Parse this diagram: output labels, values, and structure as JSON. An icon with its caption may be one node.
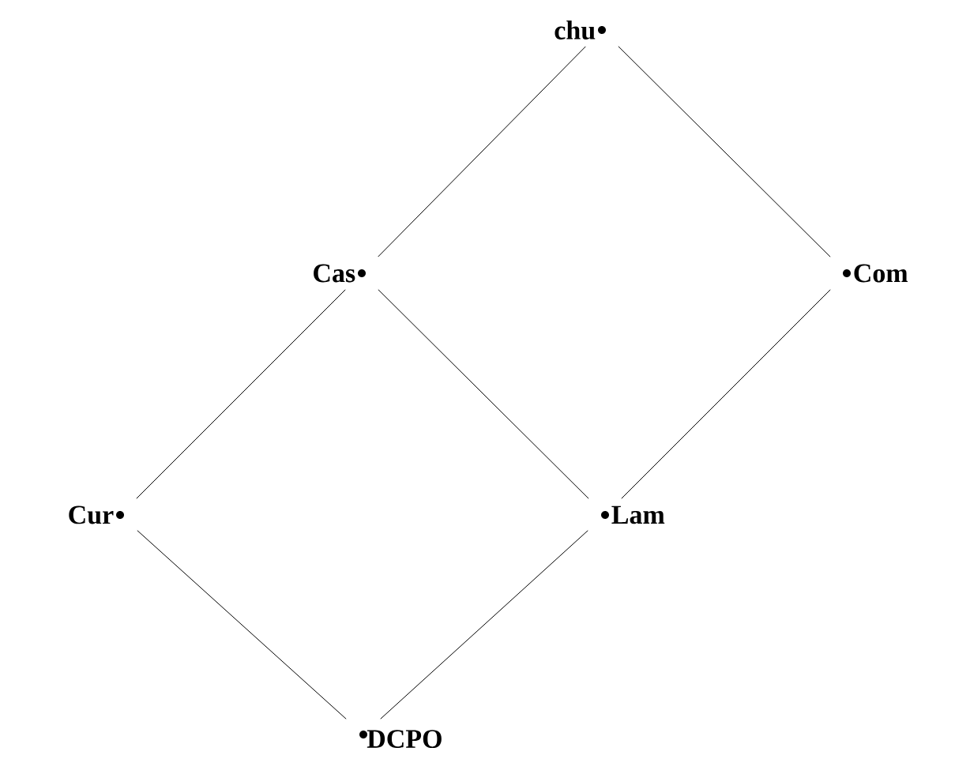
{
  "diagram": {
    "nodes": [
      {
        "text": [
          "chu"
        ]
      },
      {
        "text": [
          "Cas"
        ]
      },
      {
        "text": [
          "Com"
        ]
      },
      {
        "text": [
          "Cur"
        ]
      },
      {
        "text": [
          "Lam"
        ]
      },
      {
        "text": [
          "DCPO"
        ]
      }
    ],
    "edges": [
      {
        "from": 0,
        "to": 1,
        "arrow": "none"
      },
      {
        "from": 0,
        "to": 2,
        "arrow": "none"
      },
      {
        "from": 1,
        "to": 3,
        "arrow": "none"
      },
      {
        "from": 1,
        "to": 4,
        "arrow": "none"
      },
      {
        "from": 2,
        "to": 4,
        "arrow": "none"
      },
      {
        "from": 3,
        "to": 5,
        "arrow": "none"
      },
      {
        "from": 4,
        "to": 5,
        "arrow": "none"
      }
    ]
  }
}
